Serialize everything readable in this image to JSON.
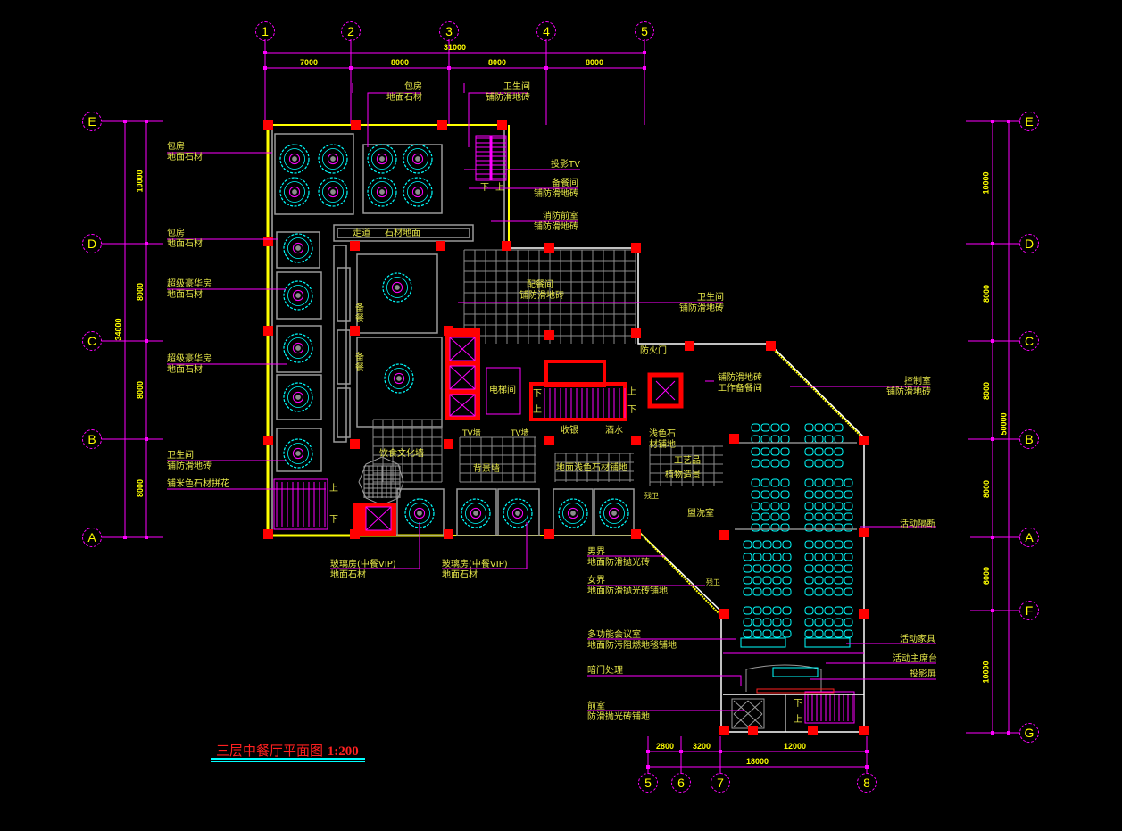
{
  "drawing": {
    "title": "三层中餐厅平面图",
    "scale": "1:200"
  },
  "colors": {
    "background": "#000000",
    "axis": "#ff00ff",
    "text": "#e6e64a",
    "column": "#ff0000",
    "wall": "#ffffff",
    "furniture": "#00ffff",
    "partition": "#808080",
    "title": "#ff2020",
    "title_underline": "#00ffff"
  },
  "axes": {
    "top_columns": [
      "1",
      "2",
      "3",
      "4",
      "5"
    ],
    "top_spans": [
      "7000",
      "8000",
      "8000",
      "8000"
    ],
    "top_total": "31000",
    "left_rows": [
      "E",
      "D",
      "C",
      "B",
      "A"
    ],
    "left_spans": [
      "10000",
      "8000",
      "8000",
      "8000"
    ],
    "left_total": "34000",
    "right_rows": [
      "E",
      "D",
      "C",
      "B",
      "A",
      "F",
      "G"
    ],
    "right_spans": [
      "10000",
      "8000",
      "8000",
      "8000",
      "6000",
      "10000"
    ],
    "right_total": "50000",
    "bottom_columns": [
      "5",
      "6",
      "7",
      "8"
    ],
    "bottom_spans": [
      "2800",
      "3200",
      "12000"
    ],
    "bottom_total": "18000"
  },
  "labels": {
    "left": [
      {
        "line1": "包房",
        "line2": "地面石材"
      },
      {
        "line1": "包房",
        "line2": "地面石材"
      },
      {
        "line1": "超级豪华房",
        "line2": "地面石材"
      },
      {
        "line1": "超级豪华房",
        "line2": "地面石材"
      },
      {
        "line1": "卫生间",
        "line2": "铺防滑地砖"
      },
      {
        "line1": "铺米色石材拼花",
        "line2": ""
      }
    ],
    "top": [
      {
        "line1": "包房",
        "line2": "地面石材"
      },
      {
        "line1": "卫生间",
        "line2": "铺防滑地砖"
      }
    ],
    "right_upper": [
      {
        "line1": "投影TV",
        "line2": ""
      },
      {
        "line1": "备餐间",
        "line2": "铺防滑地砖"
      },
      {
        "line1": "消防前室",
        "line2": "铺防滑地砖"
      },
      {
        "line1": "卫生间",
        "line2": "铺防滑地砖"
      },
      {
        "line1": "控制室",
        "line2": "铺防滑地砖"
      },
      {
        "line1": "活动隔断",
        "line2": ""
      },
      {
        "line1": "活动家具",
        "line2": ""
      },
      {
        "line1": "活动主席台",
        "line2": ""
      },
      {
        "line1": "投影屏",
        "line2": ""
      }
    ],
    "bottom": [
      {
        "line1": "玻璃房(中餐VIP)",
        "line2": "地面石材"
      },
      {
        "line1": "玻璃房(中餐VIP)",
        "line2": "地面石材"
      },
      {
        "line1": "男界",
        "line2": "地面防滑抛光砖"
      },
      {
        "line1": "女界",
        "line2": "地面防滑抛光砖铺地"
      },
      {
        "line1": "多功能会议室",
        "line2": "地面防污阻燃地毯铺地"
      },
      {
        "line1": "暗门处理",
        "line2": ""
      },
      {
        "line1": "前室",
        "line2": "防滑抛光砖铺地"
      }
    ],
    "rooms": {
      "corridor": "走道",
      "corridor_floor": "石材地面",
      "serving_room": "配餐间",
      "serving_floor": "铺防滑地砖",
      "prep1": "备",
      "prep2": "餐",
      "elevator_room": "电梯间",
      "fire_door": "防火门",
      "work_prep": "工作备餐间",
      "work_prep_floor": "铺防滑地砖",
      "food_wall": "饮食文化墙",
      "tv_wall_1": "TV墙",
      "tv_wall_2": "TV墙",
      "back_wall": "背景墙",
      "cashier": "收银",
      "bar": "酒水",
      "light_stone": "浅色石",
      "light_stone2": "材铺地",
      "floor_light_stone": "地面浅色石材铺地",
      "crafts": "工艺品",
      "plant": "植物造景",
      "washroom": "盥洗室",
      "disabled_wc_1": "残卫",
      "disabled_wc_2": "残卫",
      "stair_up": "上",
      "stair_down": "下"
    }
  }
}
